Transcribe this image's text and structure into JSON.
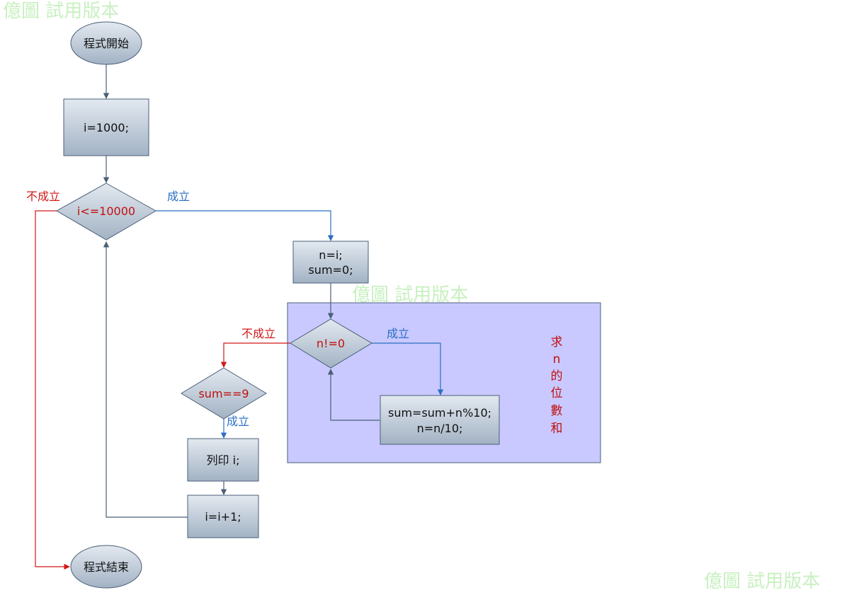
{
  "watermark": "億圖 試用版本",
  "nodes": {
    "start": "程式開始",
    "init": "i=1000;",
    "cond_outer": "i<=10000",
    "assign": [
      "n=i;",
      "sum=0;"
    ],
    "cond_inner": "n!=0",
    "body": [
      "sum=sum+n%10;",
      "n=n/10;"
    ],
    "cond_sum": "sum==9",
    "print": "列印 i;",
    "incr": "i=i+1;",
    "end": "程式結束"
  },
  "labels": {
    "yes": "成立",
    "no": "不成立"
  },
  "region": {
    "label_chars": [
      "求",
      "n",
      "的",
      "位",
      "數",
      "和"
    ]
  },
  "colors": {
    "node_fill_top": "#dfe6ee",
    "node_fill_bottom": "#9fb0c2",
    "node_stroke": "#4a5f78",
    "region_fill": "#c9c9ff",
    "yes_line": "#2a6fc4",
    "no_line": "#d01818",
    "flow_line": "#4a5f78"
  }
}
